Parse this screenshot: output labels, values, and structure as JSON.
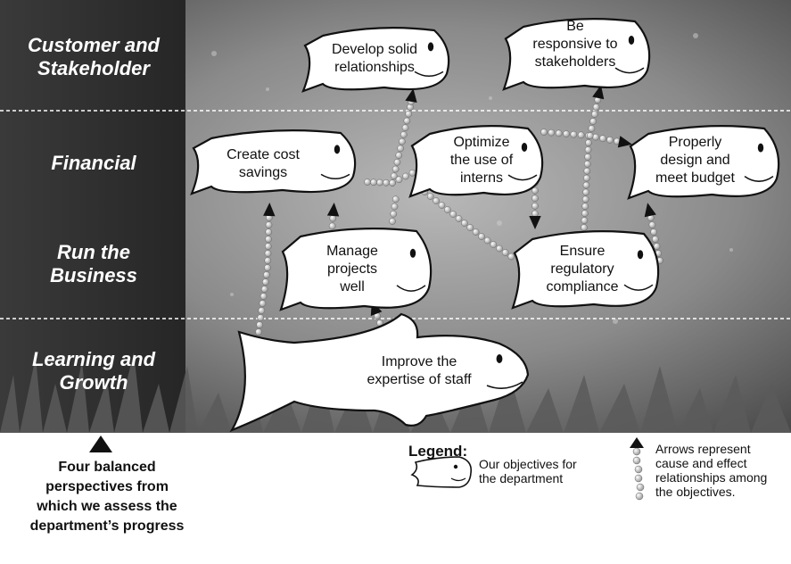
{
  "perspectives": [
    {
      "label_line1": "Customer and",
      "label_line2": "Stakeholder"
    },
    {
      "label_line1": "Financial",
      "label_line2": ""
    },
    {
      "label_line1": "Run the",
      "label_line2": "Business"
    },
    {
      "label_line1": "Learning and",
      "label_line2": "Growth"
    }
  ],
  "objectives": {
    "develop_relationships": {
      "line1": "Develop solid",
      "line2": "relationships",
      "line3": ""
    },
    "responsive": {
      "line1": "Be",
      "line2": "responsive to",
      "line3": "stakeholders"
    },
    "cost_savings": {
      "line1": "Create cost",
      "line2": "savings",
      "line3": ""
    },
    "interns": {
      "line1": "Optimize",
      "line2": "the use of",
      "line3": "interns"
    },
    "budget": {
      "line1": "Properly",
      "line2": "design and",
      "line3": "meet budget"
    },
    "projects": {
      "line1": "Manage",
      "line2": "projects",
      "line3": "well"
    },
    "regulatory": {
      "line1": "Ensure",
      "line2": "regulatory",
      "line3": "compliance"
    },
    "expertise": {
      "line1": "Improve the",
      "line2": "expertise of staff",
      "line3": ""
    }
  },
  "bottom_note": {
    "line1": "Four balanced",
    "line2": "perspectives from",
    "line3": "which we assess the",
    "line4": "department’s progress"
  },
  "legend": {
    "title": "Legend:",
    "fish_line1": "Our objectives for",
    "fish_line2": "the department",
    "arrow_line1": "Arrows represent",
    "arrow_line2": "cause and effect",
    "arrow_line3": "relationships among",
    "arrow_line4": "the objectives."
  },
  "colors": {
    "band": "#2f2f2f",
    "underwater": "#8c8c8c",
    "fish_fill": "#ffffff",
    "bead": "#d9d9d9",
    "arrow": "#111111"
  }
}
